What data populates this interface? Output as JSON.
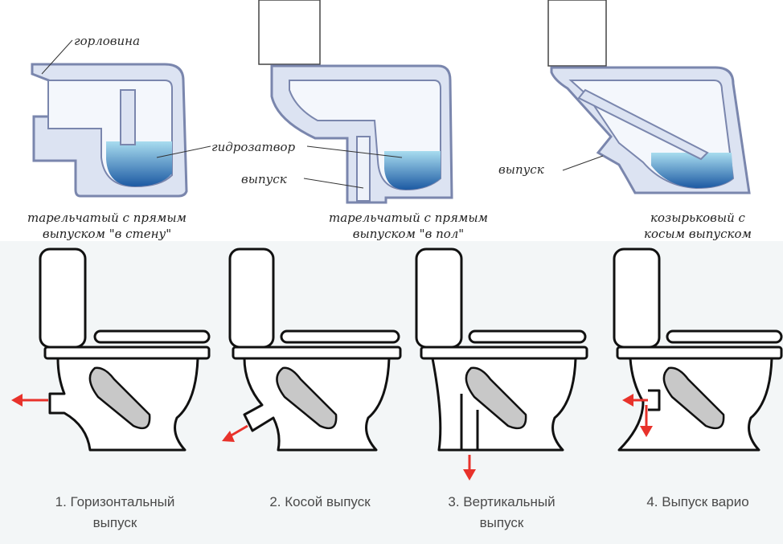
{
  "top_labels": {
    "neck": "горловина",
    "water_seal": "гидрозатвор",
    "outlet_middle": "выпуск",
    "outlet_right": "выпуск"
  },
  "top_captions": {
    "first": [
      "тарельчатый с прямым",
      "выпуском \"в стену\""
    ],
    "second": [
      "тарельчатый с прямым",
      "выпуском \"в пол\""
    ],
    "third": [
      "козырьковый с",
      "косым выпуском"
    ]
  },
  "bottom_captions": {
    "first": [
      "1. Горизонтальный",
      "выпуск"
    ],
    "second": [
      "2. Косой выпуск"
    ],
    "third": [
      "3. Вертикальный",
      "выпуск"
    ],
    "fourth": [
      "4. Выпуск варио"
    ]
  },
  "colors": {
    "body_fill": "#dce3f2",
    "body_stroke": "#7a86ad",
    "water_top": "#9fd6ec",
    "water_bottom": "#1e5fa8",
    "arrow_red": "#e8322b",
    "trap_gray": "#c8c8c8"
  }
}
